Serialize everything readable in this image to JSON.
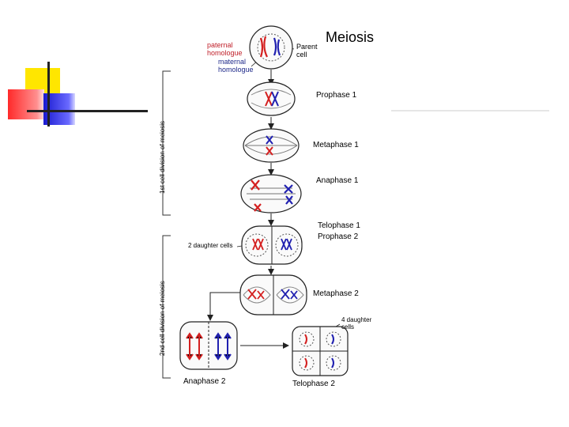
{
  "slide": {
    "title": "Meiosis",
    "colors": {
      "accent_yellow": "#ffe600",
      "accent_red": "#ff2a2a",
      "accent_blue": "#2020d8",
      "paternal": "#d42020",
      "maternal": "#2020b0"
    }
  },
  "diagram": {
    "labels": {
      "paternal_homologue": "paternal\nhomologue",
      "maternal_homologue": "maternal\nhomologue",
      "parent_cell": "Parent\ncell",
      "prophase1": "Prophase 1",
      "metaphase1": "Metaphase 1",
      "anaphase1": "Anaphase 1",
      "telophase1": "Telophase 1",
      "prophase2": "Prophase 2",
      "two_daughter_cells": "2 daughter cells",
      "metaphase2": "Metaphase 2",
      "four_daughter_cells": "4 daughter\ncells",
      "anaphase2": "Anaphase 2",
      "telophase2": "Telophase 2"
    },
    "brackets": {
      "first_division": "1st cell division of meiosis",
      "second_division": "2nd cell division of meiosis"
    }
  }
}
